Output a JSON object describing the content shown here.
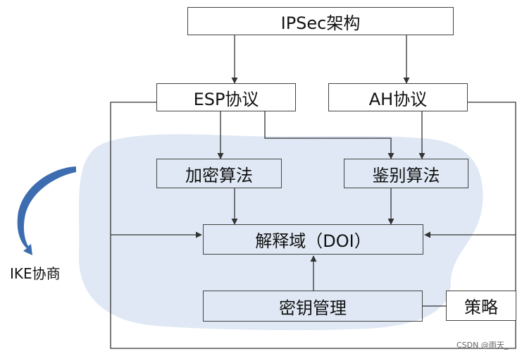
{
  "nodes": {
    "ipsec": "IPSec架构",
    "esp": "ESP协议",
    "ah": "AH协议",
    "encrypt": "加密算法",
    "auth": "鉴别算法",
    "doi": "解释域（DOI）",
    "keymgmt": "密钥管理",
    "policy": "策略"
  },
  "side_label": "IKE协商",
  "watermark": "CSDN @雨天_",
  "colors": {
    "line": "#333333",
    "cloud": "#dbe5f3",
    "curve_arrow": "#3d6db0"
  }
}
